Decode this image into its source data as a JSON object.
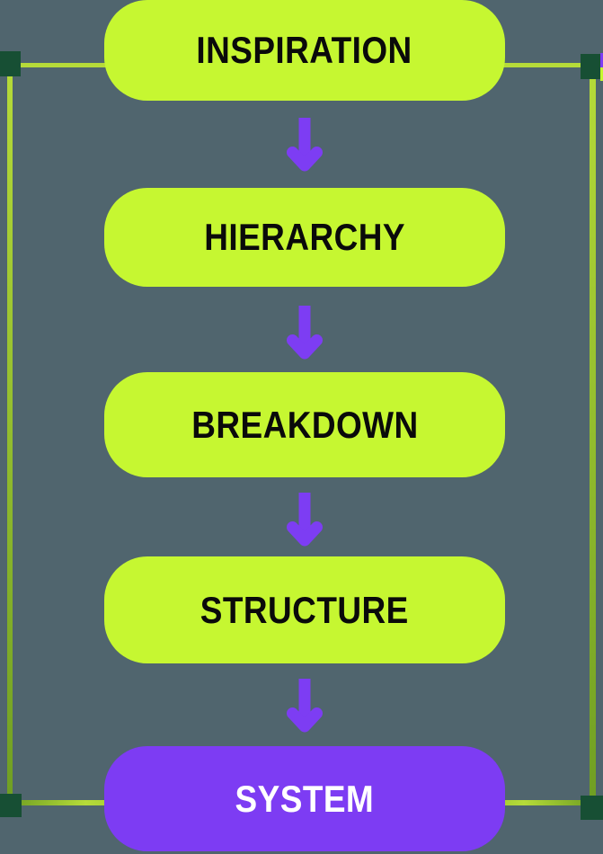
{
  "canvas": {
    "background_color": "#50656e",
    "selection": {
      "handle_color": "#174f34",
      "border_color_top": "#b6db39",
      "border_color_bottom": "#6f9e23",
      "handles": [
        "top-left",
        "top-right",
        "bottom-left",
        "bottom-right"
      ]
    },
    "edge_artifacts": {
      "purple_sliver_color": "#7d3cf3",
      "lime_sliver_color": "#c6f731"
    }
  },
  "flowchart": {
    "type": "vertical-flow",
    "arrow_color": "#7d3df3",
    "arrow_count": 4,
    "steps": [
      {
        "label": "INSPIRATION",
        "fill": "#c6f731",
        "text_color": "#0a0a0a"
      },
      {
        "label": "HIERARCHY",
        "fill": "#c6f731",
        "text_color": "#0a0a0a"
      },
      {
        "label": "BREAKDOWN",
        "fill": "#c6f731",
        "text_color": "#0a0a0a"
      },
      {
        "label": "STRUCTURE",
        "fill": "#c6f731",
        "text_color": "#0a0a0a"
      },
      {
        "label": "SYSTEM",
        "fill": "#7d3cf3",
        "text_color": "#ffffff"
      }
    ]
  }
}
